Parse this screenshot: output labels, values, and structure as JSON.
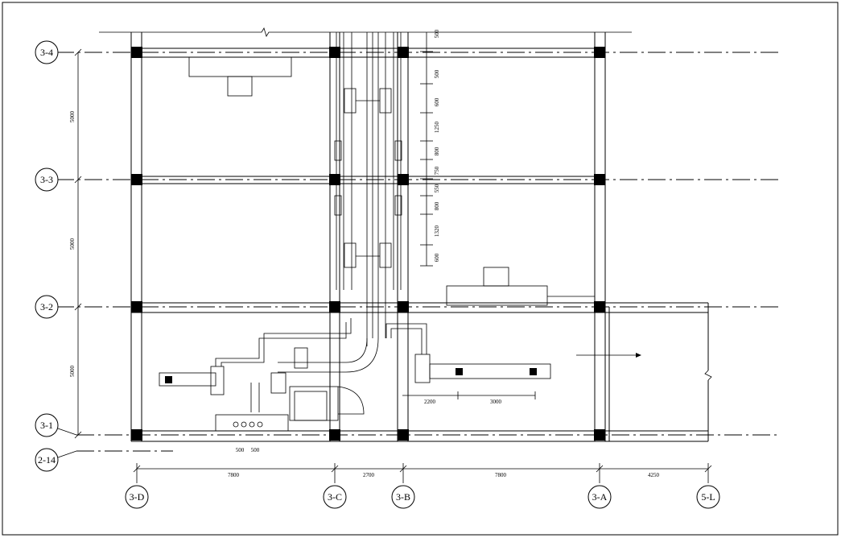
{
  "grid_rows": [
    {
      "id": "row-3-4",
      "label": "3-4"
    },
    {
      "id": "row-3-3",
      "label": "3-3"
    },
    {
      "id": "row-3-2",
      "label": "3-2"
    },
    {
      "id": "row-3-1",
      "label": "3-1"
    },
    {
      "id": "row-2-14",
      "label": "2-14"
    }
  ],
  "grid_cols": [
    {
      "id": "col-3-d",
      "label": "3-D"
    },
    {
      "id": "col-3-c",
      "label": "3-C"
    },
    {
      "id": "col-3-b",
      "label": "3-B"
    },
    {
      "id": "col-3-a",
      "label": "3-A"
    },
    {
      "id": "col-5-l",
      "label": "5-L"
    }
  ],
  "dimensions": {
    "bottom": [
      "7800",
      "2700",
      "7800",
      "4250"
    ],
    "left": [
      "5000",
      "5000",
      "5000"
    ],
    "duct_vertical": [
      "500",
      "500",
      "600",
      "1250",
      "800",
      "750",
      "550",
      "800",
      "1320",
      "600"
    ],
    "duct_horizontal": [
      "2200",
      "3000"
    ],
    "pipe": [
      "500",
      "500"
    ]
  }
}
